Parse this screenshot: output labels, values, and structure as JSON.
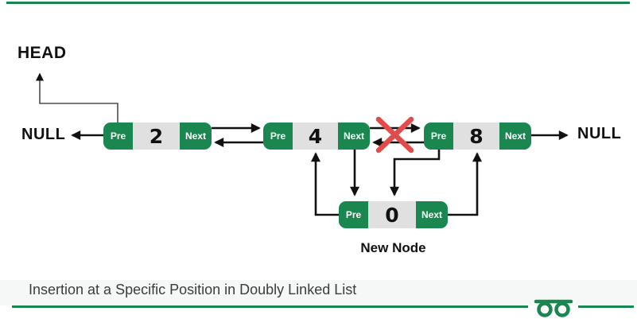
{
  "caption": "Insertion at a Specific Position in Doubly Linked List",
  "labels": {
    "head": "HEAD",
    "null_left": "NULL",
    "null_right": "NULL",
    "new_node": "New Node"
  },
  "nodes": [
    {
      "id": "node-2",
      "pre": "Pre",
      "value": "2",
      "next": "Next"
    },
    {
      "id": "node-4",
      "pre": "Pre",
      "value": "4",
      "next": "Next"
    },
    {
      "id": "node-8",
      "pre": "Pre",
      "value": "8",
      "next": "Next"
    },
    {
      "id": "new-node",
      "pre": "Pre",
      "value": "0",
      "next": "Next"
    }
  ],
  "colors": {
    "brand_green": "#1a8750",
    "node_value_bg": "#e0e0e0",
    "broken_link_x": "#e34b4b",
    "arrow": "#111111",
    "caption_text": "#3c3c3c"
  },
  "branding": {
    "logo_name": "geeksforgeeks-logo"
  }
}
